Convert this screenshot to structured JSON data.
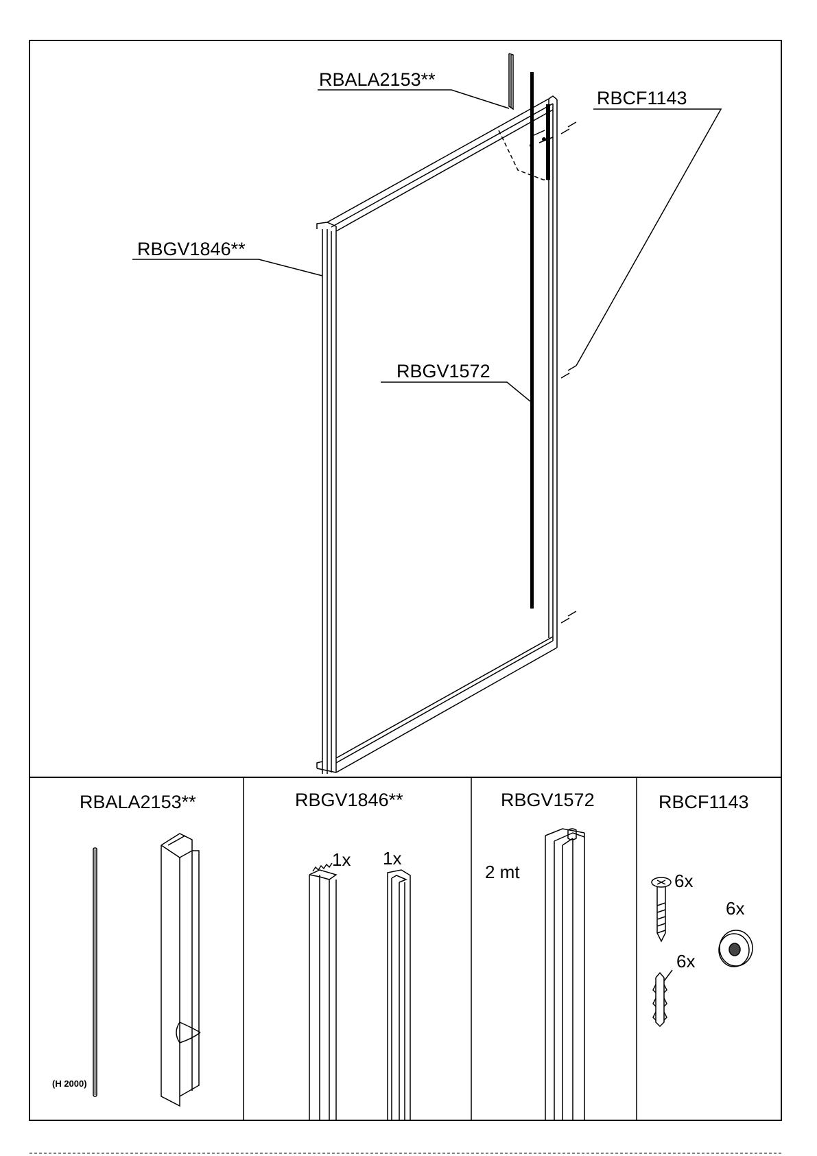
{
  "assembly": {
    "callouts": {
      "rbala": "RBALA2153**",
      "rbcf": "RBCF1143",
      "rbgv1846": "RBGV1846**",
      "rbgv1572": "RBGV1572"
    }
  },
  "parts": [
    {
      "code": "RBALA2153**",
      "note": "(H 2000)"
    },
    {
      "code": "RBGV1846**",
      "qty_a": "1x",
      "qty_b": "1x"
    },
    {
      "code": "RBGV1572",
      "length": "2 mt"
    },
    {
      "code": "RBCF1143",
      "qty_screw": "6x",
      "qty_washer": "6x",
      "qty_plug": "6x"
    }
  ]
}
